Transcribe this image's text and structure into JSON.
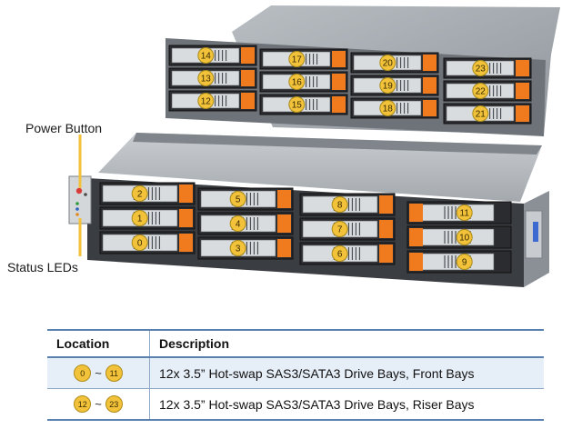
{
  "labels": {
    "power_button": "Power Button",
    "status_leds": "Status LEDs"
  },
  "front_bay_numbers": [
    "0",
    "1",
    "2",
    "3",
    "4",
    "5",
    "6",
    "7",
    "8",
    "9",
    "10",
    "11"
  ],
  "riser_bay_numbers": [
    "12",
    "13",
    "14",
    "15",
    "16",
    "17",
    "18",
    "19",
    "20",
    "21",
    "22",
    "23"
  ],
  "table": {
    "headers": {
      "location": "Location",
      "description": "Description"
    },
    "rows": [
      {
        "from": "0",
        "sep": "~",
        "to": "11",
        "description": "12x 3.5” Hot-swap  SAS3/SATA3 Drive Bays, Front Bays"
      },
      {
        "from": "12",
        "sep": "~",
        "to": "23",
        "description": "12x 3.5” Hot-swap  SAS3/SATA3 Drive Bays, Riser Bays"
      }
    ]
  },
  "colors": {
    "badge": "#f2c23a",
    "drive_latch": "#f07a1e",
    "chassis": "#9aa0a6",
    "table_rule": "#5a80b0"
  }
}
